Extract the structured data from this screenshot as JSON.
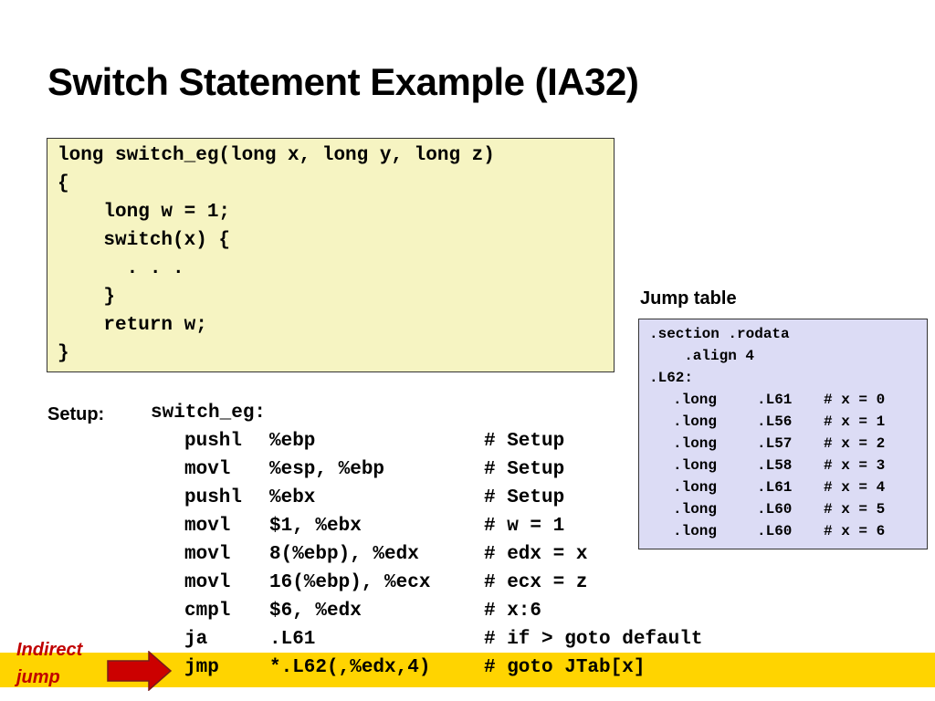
{
  "slide": {
    "title": "Switch Statement Example (IA32)"
  },
  "c_code": {
    "lines": [
      "long switch_eg(long x, long y, long z)",
      "{",
      "    long w = 1;",
      "    switch(x) {",
      "      . . .",
      "    }",
      "    return w;",
      "}"
    ]
  },
  "jump_table": {
    "label": "Jump table",
    "header": [
      ".section .rodata",
      "  .align 4",
      ".L62:"
    ],
    "entries": [
      {
        "directive": ".long",
        "target": ".L61",
        "comment": "# x = 0"
      },
      {
        "directive": ".long",
        "target": ".L56",
        "comment": "# x = 1"
      },
      {
        "directive": ".long",
        "target": ".L57",
        "comment": "# x = 2"
      },
      {
        "directive": ".long",
        "target": ".L58",
        "comment": "# x = 3"
      },
      {
        "directive": ".long",
        "target": ".L61",
        "comment": "# x = 4"
      },
      {
        "directive": ".long",
        "target": ".L60",
        "comment": "# x = 5"
      },
      {
        "directive": ".long",
        "target": ".L60",
        "comment": "# x = 6"
      }
    ]
  },
  "assembly": {
    "setup_label": "Setup:",
    "func_label": "switch_eg:",
    "instructions": [
      {
        "op": "pushl",
        "args": "%ebp",
        "comment": "# Setup"
      },
      {
        "op": "movl",
        "args": "%esp, %ebp",
        "comment": "# Setup"
      },
      {
        "op": "pushl",
        "args": "%ebx",
        "comment": "# Setup"
      },
      {
        "op": "movl",
        "args": "$1, %ebx",
        "comment": "# w = 1"
      },
      {
        "op": "movl",
        "args": "8(%ebp), %edx",
        "comment": "# edx = x"
      },
      {
        "op": "movl",
        "args": "16(%ebp), %ecx",
        "comment": "# ecx = z"
      },
      {
        "op": "cmpl",
        "args": "$6, %edx",
        "comment": "# x:6"
      },
      {
        "op": "ja",
        "args": ".L61",
        "comment": "# if > goto default"
      },
      {
        "op": "jmp",
        "args": "*.L62(,%edx,4)",
        "comment": "# goto JTab[x]"
      }
    ]
  },
  "callout": {
    "line1": "Indirect",
    "line2": "jump",
    "arrow_color": "#cc0000",
    "highlight_color": "#ffd400"
  }
}
